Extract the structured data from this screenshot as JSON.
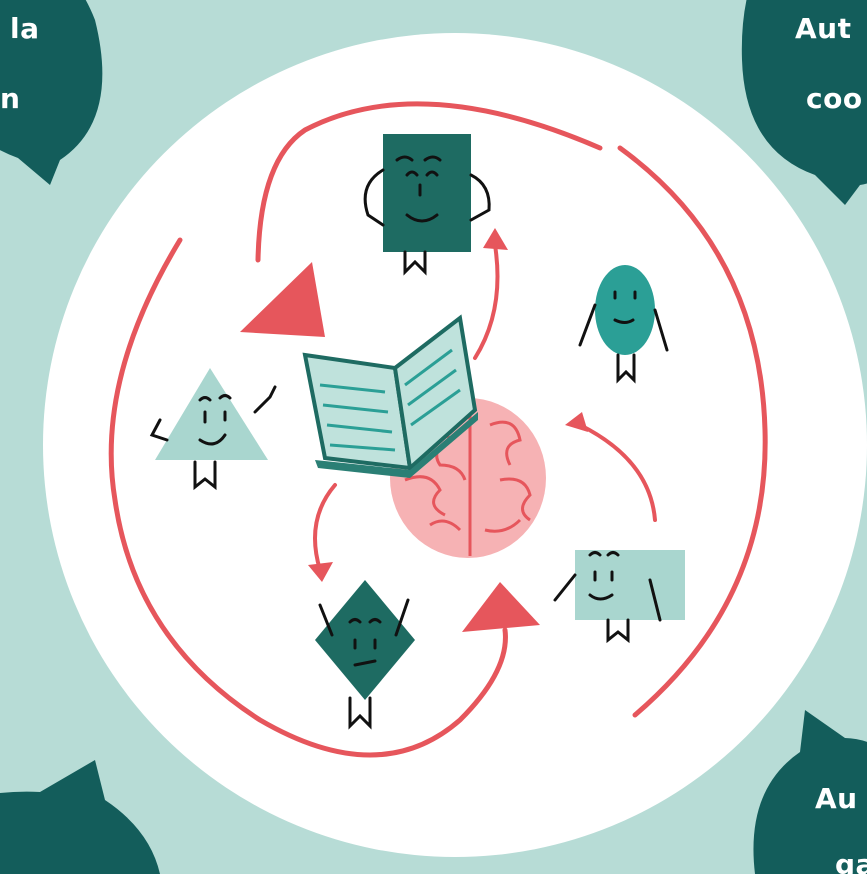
{
  "background_color": "#b7dcd6",
  "circle_color": "#ffffff",
  "bubble_color": "#135d5b",
  "arrow_color": "#e6565c",
  "brain_color": "#f08a8e",
  "shape_dark": "#1e6b62",
  "shape_teal": "#2b9f96",
  "shape_light": "#a9d6cf",
  "bubbles": {
    "top_left": {
      "line1": "la",
      "line2": "n"
    },
    "top_right": {
      "line1": "Aut",
      "line2": "coo"
    },
    "bottom_left": {
      "line1": ""
    },
    "bottom_right": {
      "line1": "Au",
      "line2": "ga"
    }
  },
  "icons": [
    "book-icon",
    "brain-icon",
    "speech-bubble-icon",
    "cycle-arrow-icon"
  ],
  "characters": [
    "dark-square-character",
    "teal-oval-character",
    "light-triangle-character",
    "dark-diamond-character",
    "light-rectangle-character"
  ]
}
